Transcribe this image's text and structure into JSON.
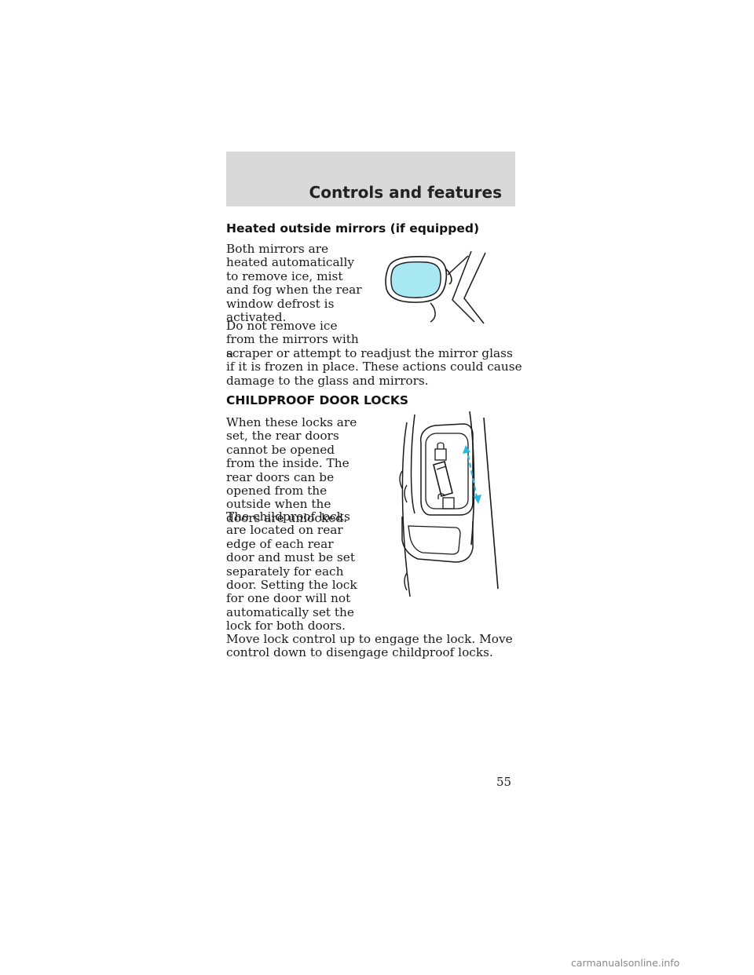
{
  "header": {
    "section_title": "Controls and features"
  },
  "mirrors": {
    "heading": "Heated outside mirrors (if equipped)",
    "paragraph1": "Both mirrors are heated automatically to remove ice, mist and fog when the rear window defrost is activated.",
    "paragraph2_wrap": "Do not remove ice from the mirrors with a",
    "paragraph2_rest": "scraper or attempt to readjust the mirror glass if it is frozen in place. These actions could cause damage to the glass and mirrors."
  },
  "locks": {
    "heading": "CHILDPROOF DOOR LOCKS",
    "paragraph1": "When these locks are set, the rear doors cannot be opened from the inside. The rear doors can be opened from the outside when the doors are unlocked.",
    "paragraph2": "The childproof locks are located on rear edge of each rear door and must be set separately for each door. Setting the lock for one door will not automatically set the lock for both doors.",
    "paragraph3": "Move lock control up to engage the lock. Move control down to disengage childproof locks."
  },
  "footer": {
    "page_number": "55",
    "watermark": "carmanualsonline.info"
  },
  "colors": {
    "mirror_glass": "#a8e8f2",
    "arrow": "#29b6e0",
    "header_band": "#d9d9d9"
  }
}
